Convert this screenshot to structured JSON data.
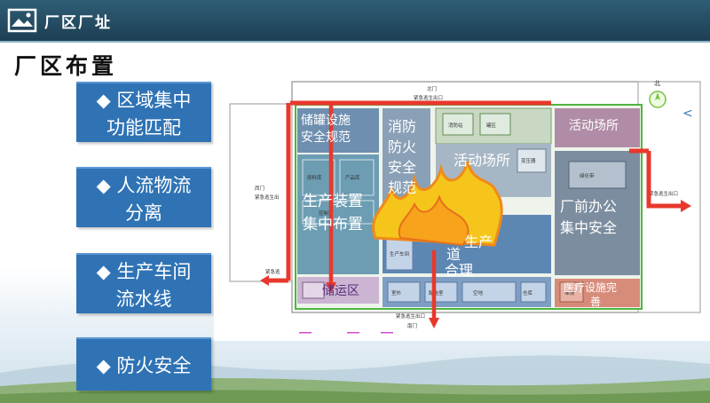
{
  "header": {
    "title": "厂区厂址",
    "icon": "presentation-landscape-icon"
  },
  "section_title": "厂区布置",
  "bullets": [
    {
      "line1": "◆ 区域集中",
      "line2": "功能匹配"
    },
    {
      "line1": "◆ 人流物流",
      "line2": "分离"
    },
    {
      "line1": "◆ 生产车间",
      "line2": "流水线"
    },
    {
      "line1": "◆ 防火安全",
      "line2": ""
    }
  ],
  "map": {
    "gates": {
      "north": "北门",
      "west": "西门",
      "south": "南门",
      "compass": "北"
    },
    "small_labels": {
      "west_emergency": "紧急逃生出",
      "east_exit": "紧急逃生出口",
      "south_exit": "紧急逃生出口",
      "southwest": "紧急逃",
      "top_note": "紧急逃生出口",
      "b1": "消防站",
      "b2": "罐区",
      "b3": "原料库",
      "b4": "室外",
      "b5": "产品库",
      "b6": "控制室",
      "b7": "变压器",
      "b8": "配电室",
      "b9": "空地",
      "b10": "生产车间",
      "b11": "绿化带",
      "b12": "仓库",
      "b13": "道",
      "b14": "堆场"
    },
    "zones": {
      "tank": [
        "储罐设施",
        "安全规范"
      ],
      "fire": [
        "消防",
        "防火",
        "安全",
        "规范"
      ],
      "activity_mid": "活动场所",
      "activity_right": "活动场所",
      "production": [
        "生产装置",
        "集中布置"
      ],
      "road": [
        "道",
        "生产",
        "合理"
      ],
      "office": [
        "厂前办公",
        "集中安全"
      ],
      "storage": "储运区",
      "medical": [
        "医疗设施完",
        "善"
      ]
    }
  },
  "colors": {
    "header_bg": "#1d3f53",
    "bullet_bg": "#2f73b5",
    "arrow_red": "#e8382d",
    "flame_yellow": "#f5c51c",
    "flame_orange": "#f08a1a"
  }
}
